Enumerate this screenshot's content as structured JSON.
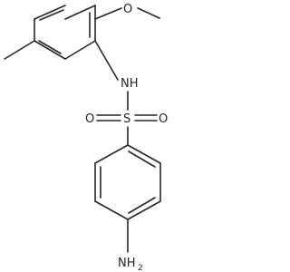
{
  "molecule": {
    "atoms": {
      "methoxy_o": "O",
      "nh": "NH",
      "sulfonyl_s": "S",
      "sulfonyl_o_left": "O",
      "sulfonyl_o_right": "O",
      "amine_n": "NH",
      "amine_subscript": "2"
    },
    "colors": {
      "bond": "#262626",
      "text": "#262626",
      "background": "#ffffff"
    }
  }
}
